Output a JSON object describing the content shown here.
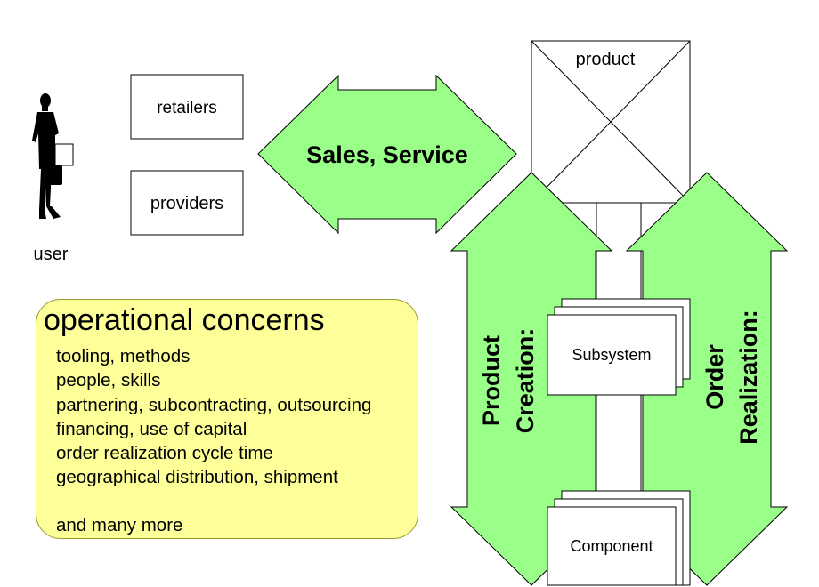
{
  "user": {
    "label": "user",
    "icon": "businesswoman-silhouette-icon"
  },
  "channels": {
    "retailers": "retailers",
    "providers": "providers"
  },
  "sales_arrow": {
    "label": "Sales, Service"
  },
  "product_box": {
    "label": "product"
  },
  "product_creation": {
    "line1": "Product",
    "line2": "Creation:"
  },
  "order_realization": {
    "line1": "Order",
    "line2": "Realization:"
  },
  "subsystem": {
    "label": "Subsystem"
  },
  "component": {
    "label": "Component"
  },
  "concerns": {
    "title": "operational concerns",
    "items": [
      "tooling, methods",
      "people, skills",
      "partnering, subcontracting, outsourcing",
      "financing, use of capital",
      "order realization cycle time",
      "geographical distribution, shipment"
    ],
    "extra": "and many more"
  },
  "colors": {
    "arrow_fill": "#99ff88",
    "concerns_fill": "#ffff99"
  }
}
